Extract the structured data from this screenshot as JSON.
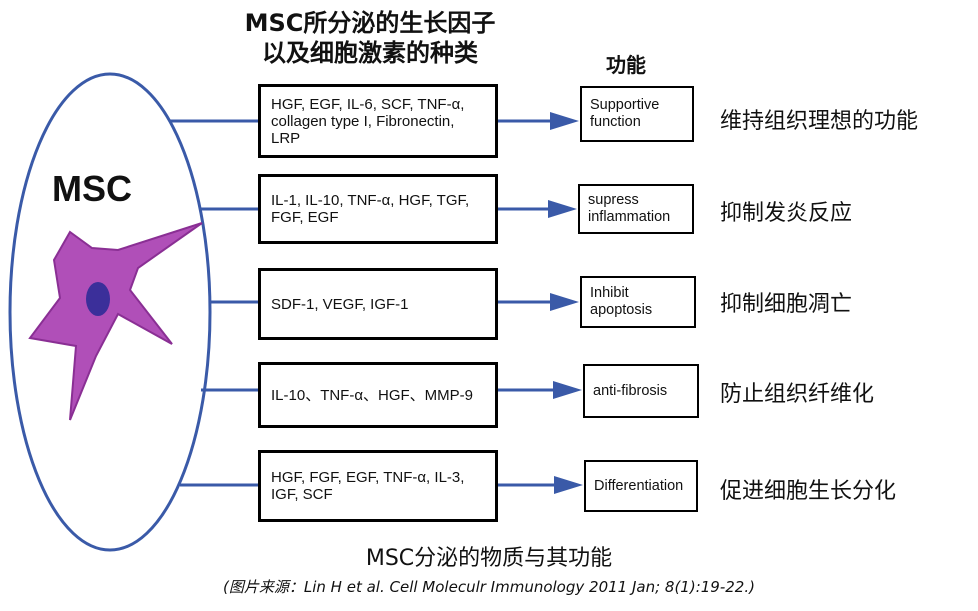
{
  "header": {
    "title_line1": "MSC所分泌的生长因子",
    "title_line2": "以及细胞激素的种类",
    "function_header": "功能"
  },
  "cell": {
    "label": "MSC",
    "colors": {
      "outline": "#3a5aa8",
      "cell_body": "#b04fb8",
      "nucleus": "#3b2f9a"
    }
  },
  "rows": [
    {
      "factors": "HGF, EGF, IL-6, SCF, TNF-α, collagen type I, Fibronectin, LRP",
      "function_en": "Supportive function",
      "function_cn": "维持组织理想的功能"
    },
    {
      "factors": "IL-1, IL-10, TNF-α, HGF, TGF, FGF, EGF",
      "function_en": "supress inflammation",
      "function_cn": "抑制发炎反应"
    },
    {
      "factors": "SDF-1, VEGF, IGF-1",
      "function_en": "Inhibit apoptosis",
      "function_cn": "抑制细胞凋亡"
    },
    {
      "factors": "IL-10、TNF-α、HGF、MMP-9",
      "function_en": "anti-fibrosis",
      "function_cn": "防止组织纤维化"
    },
    {
      "factors": "HGF, FGF, EGF, TNF-α, IL-3, IGF, SCF",
      "function_en": "Differentiation",
      "function_cn": "促进细胞生长分化"
    }
  ],
  "caption": "MSC分泌的物质与其功能",
  "source": "(图片来源：Lin H et al. Cell Moleculr Immunology 2011 Jan; 8(1):19-22.)",
  "colors": {
    "connector": "#3a5aa8",
    "arrow": "#3a5aa8"
  }
}
